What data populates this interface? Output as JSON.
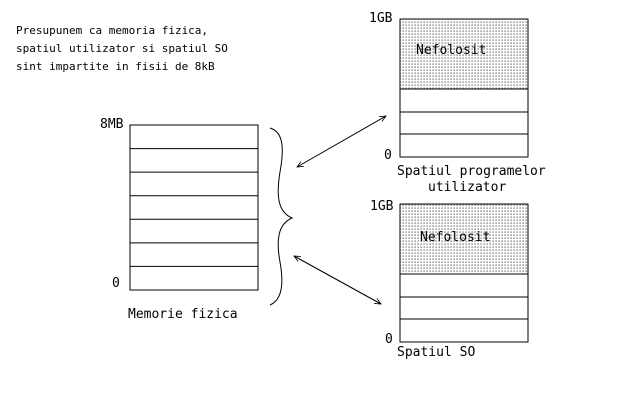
{
  "note": {
    "lines": [
      "Presupunem ca memoria fizica,",
      "spatiul utilizator si spatiul SO",
      "sint impartite in fisii de 8kB"
    ]
  },
  "physical_memory": {
    "label": "Memorie fizica",
    "top_label": "8MB",
    "bottom_label": "0",
    "strips": 7
  },
  "user_space": {
    "label_line1": "Spatiul programelor",
    "label_line2": "utilizator",
    "top_label": "1GB",
    "bottom_label": "0",
    "unused_label": "Nefolosit",
    "used_strips": 3
  },
  "os_space": {
    "label": "Spatiul SO",
    "top_label": "1GB",
    "bottom_label": "0",
    "unused_label": "Nefolosit",
    "used_strips": 3
  },
  "colors": {
    "unused_fill": "#c8c8c8",
    "stroke": "#000000"
  }
}
